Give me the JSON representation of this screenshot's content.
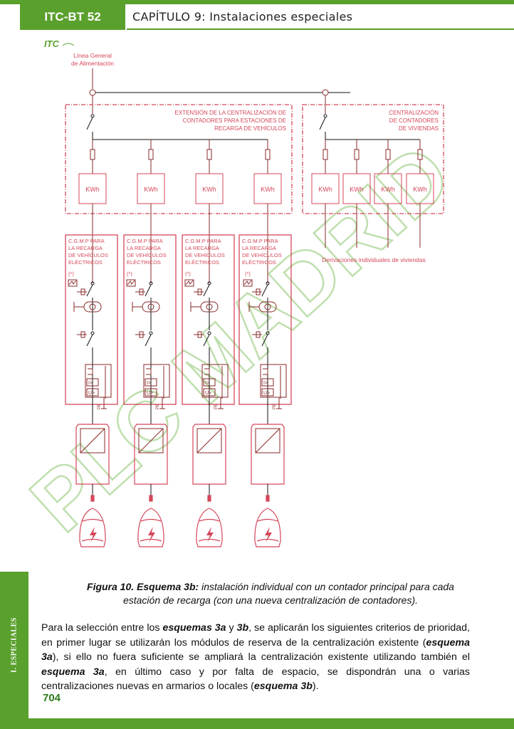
{
  "header": {
    "code": "ITC-BT 52",
    "chapter": "CAPÍTULO 9: Instalaciones especiales"
  },
  "sidetab": {
    "label": "I. ESPECIALES"
  },
  "logo": {
    "text": "ITC"
  },
  "watermark": {
    "text": "PLC MADRID"
  },
  "diagram": {
    "supply_label_1": "Línea General",
    "supply_label_2": "de Alimentación",
    "ev_box_title_1": "EXTENSIÓN DE LA CENTRALIZACIÓN DE",
    "ev_box_title_2": "CONTADORES PARA ESTACIONES DE",
    "ev_box_title_3": "RECARGA DE VEHÍCULOS",
    "dw_box_title_1": "CENTRALIZACIÓN",
    "dw_box_title_2": "DE CONTADORES",
    "dw_box_title_3": "DE VIVIENDAS",
    "meter_label": "KWh",
    "panel_line_1": "C.G.M.P  PARA",
    "panel_line_2": "LA RECARGA",
    "panel_line_3": "DE VEHÍCULOS",
    "panel_line_4": "ELÉCTRICOS",
    "asterisk": "(*)",
    "derivations_label": "Derivaciones individuales de viviendas",
    "pe_label": "PE",
    "i_symbol": "I>",
    "u_symbol": "U>"
  },
  "figure": {
    "caption_label": "Figura 10. Esquema 3b:",
    "caption_text_1": " instalación individual con un contador principal para cada",
    "caption_text_2": "estación de recarga (con una nueva centralización de contadores)."
  },
  "paragraph": {
    "p1": "Para la selección entre los ",
    "e1": "esquemas 3a",
    "p2": " y ",
    "e2": "3b",
    "p3": ", se aplicarán los siguientes criterios de prioridad, en primer lugar se utilizarán los módulos de reserva de la centralización existente (",
    "e3": "esquema 3a",
    "p4": "), si ello no fuera suficiente se ampliará la centralización existente utilizando también el ",
    "e4": "esquema 3a",
    "p5": ", en último caso y por falta de espacio, se dispondrán una o varias centralizaciones nuevas en armarios o locales (",
    "e5": "esquema 3b",
    "p6": ")."
  },
  "footer": {
    "page_number": "704"
  },
  "colors": {
    "green": "#5aa02c",
    "diagram_red": "#d4475a",
    "watermark": "#b9dca6"
  }
}
